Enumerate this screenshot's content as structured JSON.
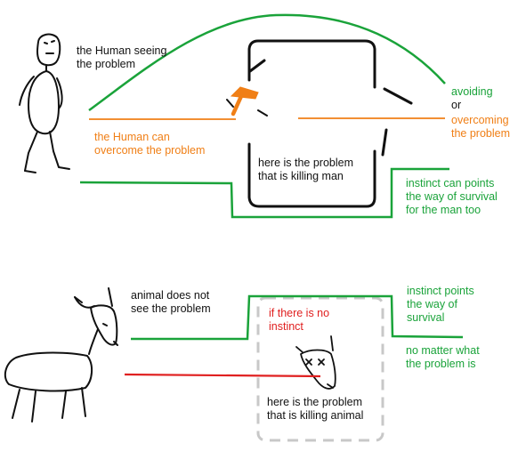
{
  "colors": {
    "green": "#1aa33a",
    "orange": "#f07f16",
    "red": "#e02020",
    "ink": "#111111",
    "dash": "#c8c8c8"
  },
  "top": {
    "human_seeing": "the Human seeing\nthe problem",
    "human_can_overcome": "the Human can\novercome the problem",
    "avoiding": "avoiding",
    "or": "or",
    "overcoming": "overcoming\nthe problem",
    "problem_killing_man": "here is the problem\nthat is killing man",
    "instinct_man": "instinct can points\nthe way of survival\nfor the man too"
  },
  "bottom": {
    "animal_not_see": "animal does not\nsee the problem",
    "if_no_instinct": "if there is no\ninstinct",
    "problem_killing_animal": "here is the problem\nthat is killing animal",
    "instinct_points": "instinct points\nthe way of\nsurvival",
    "no_matter": "no matter what\nthe problem is"
  },
  "icons": [
    "stick-human-icon",
    "hammer-icon",
    "deer-icon",
    "dead-deer-head-icon"
  ]
}
